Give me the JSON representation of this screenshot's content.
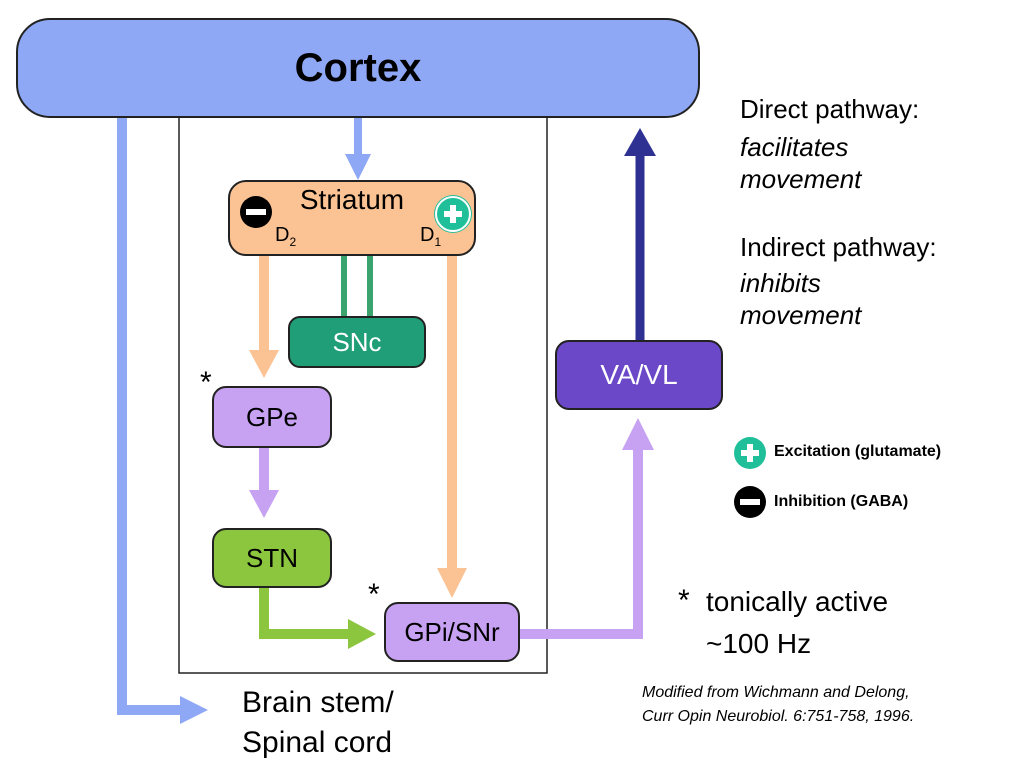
{
  "nodes": {
    "cortex": "Cortex",
    "striatum": "Striatum",
    "d2": "D",
    "d2_sub": "2",
    "d1": "D",
    "d1_sub": "1",
    "snc": "SNc",
    "gpe": "GPe",
    "stn": "STN",
    "gpi": "GPi/SNr",
    "vavl": "VA/VL",
    "brainstem_line1": "Brain stem/",
    "brainstem_line2": "Spinal cord"
  },
  "markers": {
    "tonic_gpe": "*",
    "tonic_gpi": "*"
  },
  "notes": {
    "direct_title": "Direct pathway:",
    "direct_desc_1": "facilitates",
    "direct_desc_2": "movement",
    "indirect_title": "Indirect pathway:",
    "indirect_desc_1": "inhibits",
    "indirect_desc_2": "movement"
  },
  "legend": {
    "excitation": "Excitation (glutamate)",
    "inhibition": "Inhibition (GABA)",
    "tonic_star": "*",
    "tonic_1": "tonically active",
    "tonic_2": "~100 Hz"
  },
  "citation": {
    "line1": "Modified from Wichmann and Delong,",
    "line2": "Curr Opin Neurobiol. 6:751-758, 1996."
  },
  "colors": {
    "cortex": "#8fa8f5",
    "striatum": "#fbc393",
    "snc": "#1f9e78",
    "gpe_gpi": "#c8a2f2",
    "stn": "#8cc63f",
    "vavl": "#6a48c8",
    "excitation": "#1fbf9a",
    "direct_arrow": "#2e3192"
  }
}
